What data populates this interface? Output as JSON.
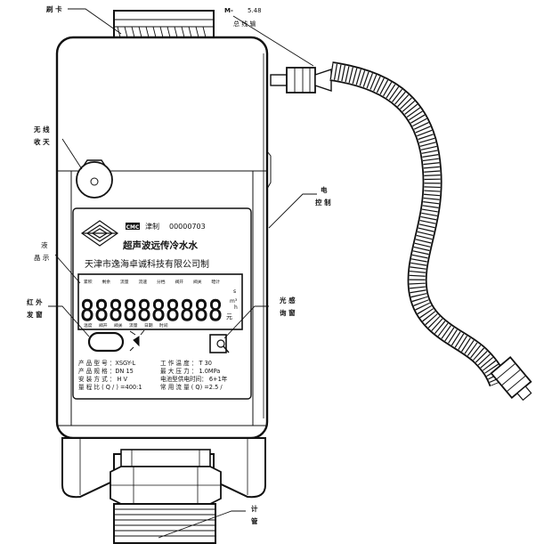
{
  "callouts": {
    "card_swipe": "刷 卡",
    "bus_line_code": "M-",
    "bus_line_code2": "5.48",
    "bus_line": "总 线 输",
    "antenna_a": "无  线",
    "antenna_b": "收 天",
    "control_a": "电",
    "control_b": "控  制",
    "lcd_a": "液",
    "lcd_b": "晶  示",
    "ir_a": "红  外",
    "ir_b": "发    窗",
    "photo_a": "光  感",
    "photo_b": "询  窗",
    "meter_a": "计",
    "meter_b": "管"
  },
  "panel": {
    "brand_prefix": "津制",
    "serial": "00000703",
    "title": "超声波远传冷水水",
    "company": "天津市逸海卓诚科技有限公司制",
    "digits": "8888888888",
    "unit_yuan": "元",
    "top_labels": [
      "累积",
      "剩余",
      "流量",
      "流速",
      "分档",
      "阀开",
      "阀关",
      "暗计"
    ],
    "bottom_labels": [
      "温度",
      "阀开",
      "阀关",
      "流量",
      "日期",
      "时间"
    ],
    "unit_m3": "m³",
    "unit_h": "h",
    "unit_s": "s",
    "specs_left": [
      "产 品 型 号 ：XSGY-L",
      "产 品 规 格 ：DN 15",
      "安 装 方 式 ：  H    V",
      "量 程 比 ( Q / ) =400:1"
    ],
    "specs_right": [
      "工 作 温 度 ：  T 30",
      "最 大 压 力 ：   1.0MPa",
      "电池型供电时间：  6+1年",
      "常 用 流 量  ( Q) =2.5 /"
    ]
  }
}
